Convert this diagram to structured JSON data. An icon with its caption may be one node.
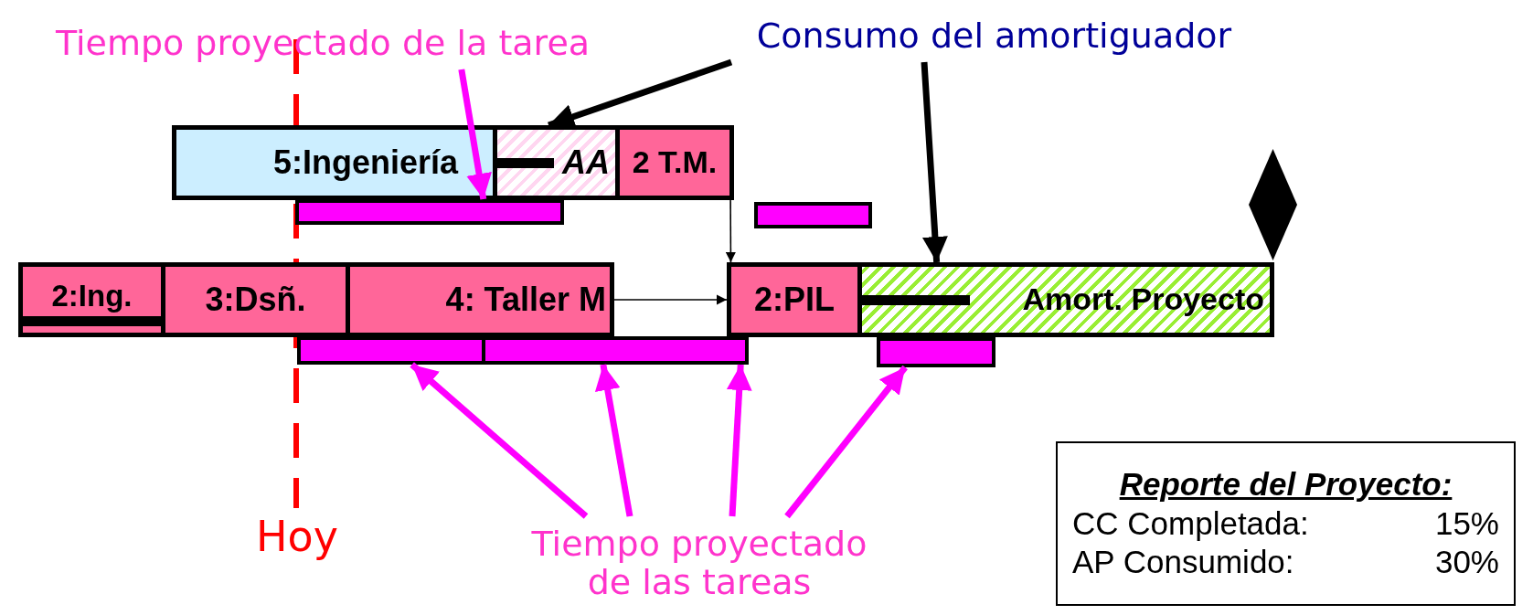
{
  "diagram": {
    "nodes": [
      {
        "text": [
          "5:Ingeniería"
        ]
      },
      {
        "text": [
          "AA"
        ]
      },
      {
        "text": [
          "2 T.M."
        ]
      },
      {
        "text": [
          "2:Ing."
        ]
      },
      {
        "text": [
          "3:Dsñ."
        ]
      },
      {
        "text": [
          "4: Taller M"
        ]
      },
      {
        "text": [
          "2:PIL"
        ]
      },
      {
        "text": [
          "Amort. Proyecto"
        ]
      },
      {
        "text": [],
        "shape": "diamond"
      },
      {
        "text": [],
        "shape": "bar"
      },
      {
        "text": [],
        "shape": "bar"
      },
      {
        "text": [],
        "shape": "bar"
      },
      {
        "text": [],
        "shape": "bar"
      },
      {
        "text": [],
        "shape": "bar"
      },
      {
        "text": [
          "Tiempo proyectado de la tarea"
        ]
      },
      {
        "text": [
          "Consumo del amortiguador"
        ]
      },
      {
        "text": [
          "Tiempo proyectado de las tareas"
        ]
      },
      {
        "text": [
          "Reporte del Proyecto:",
          "CC Completada:",
          "15%",
          "AP Consumido:",
          "30%"
        ]
      }
    ],
    "edges": [
      {
        "from": 2,
        "to": 6,
        "arrow": "to",
        "color": "#000000"
      },
      {
        "from": 5,
        "to": 6,
        "arrow": "to",
        "color": "#000000"
      },
      {
        "from": 14,
        "to": 9,
        "arrow": "to"
      },
      {
        "from": 15,
        "to": 1,
        "arrow": "to",
        "color": "#000000"
      },
      {
        "from": 15,
        "to": 7,
        "arrow": "to",
        "color": "#000000"
      },
      {
        "from": 16,
        "to": 11,
        "arrow": "to"
      },
      {
        "from": 16,
        "to": 12,
        "arrow": "to"
      },
      {
        "from": 16,
        "to": 12,
        "arrow": "to"
      },
      {
        "from": 16,
        "to": 13,
        "arrow": "to"
      }
    ],
    "labels": [
      "Hoy"
    ]
  }
}
